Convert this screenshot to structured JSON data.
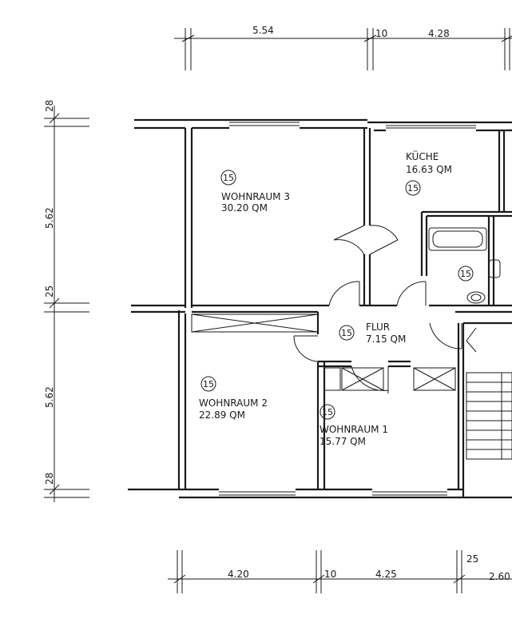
{
  "dimensions": {
    "top": [
      "5.54",
      "10",
      "4.28"
    ],
    "left": [
      "28",
      "5.62",
      "25",
      "5.62",
      "28"
    ],
    "bottom": [
      "4.20",
      "10",
      "4.25",
      "25",
      "2.60"
    ]
  },
  "rooms": {
    "wohnraum3": {
      "name": "WOHNRAUM 3",
      "area": "30.20 QM",
      "number": "15"
    },
    "kueche": {
      "name": "KÜCHE",
      "area": "16.63 QM",
      "number": "15"
    },
    "bad": {
      "number": "15"
    },
    "flur": {
      "name": "FLUR",
      "area": "7.15 QM",
      "number": "15"
    },
    "wohnraum2": {
      "name": "WOHNRAUM 2",
      "area": "22.89 QM",
      "number": "15"
    },
    "wohnraum1": {
      "name": "WOHNRAUM 1",
      "area": "15.77 QM",
      "number": "15"
    }
  }
}
